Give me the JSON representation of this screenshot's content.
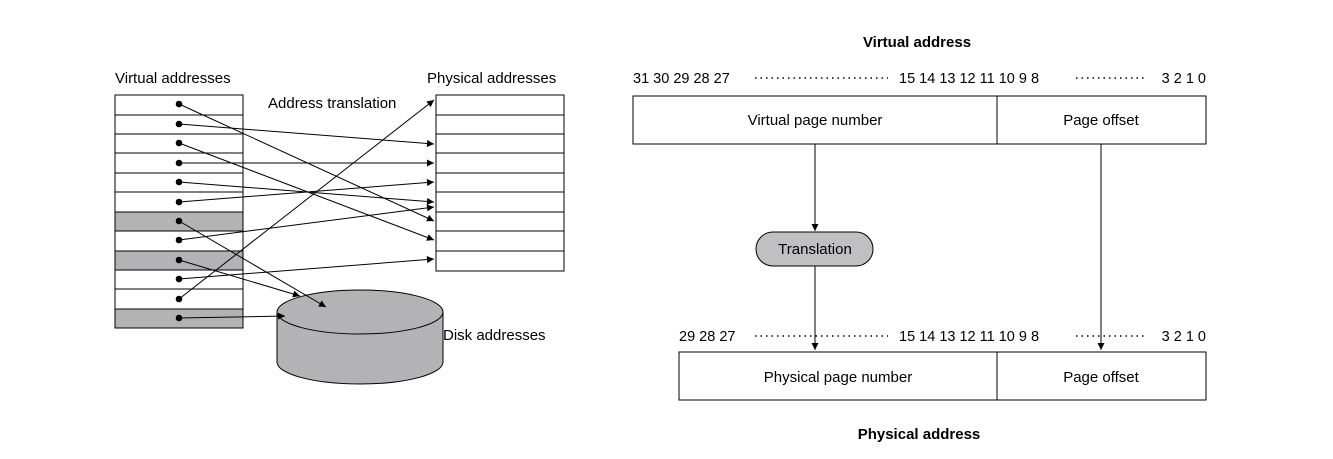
{
  "left_diagram": {
    "virtual_label": "Virtual addresses",
    "physical_label": "Physical addresses",
    "translation_label": "Address translation",
    "disk_label": "Disk addresses"
  },
  "right_diagram": {
    "virtual_title": "Virtual address",
    "virtual_bits_left": "31 30 29 28 27",
    "virtual_bits_mid": "15 14 13 12 11 10 9 8",
    "virtual_bits_right": "3 2 1 0",
    "virtual_page_number": "Virtual page number",
    "virtual_page_offset": "Page offset",
    "translation": "Translation",
    "physical_bits_left": "29 28 27",
    "physical_bits_mid": "15 14 13 12 11 10 9 8",
    "physical_bits_right": "3 2 1 0",
    "physical_page_number": "Physical page number",
    "physical_page_offset": "Page offset",
    "physical_title": "Physical address"
  },
  "colors": {
    "shaded_row": "#b3b3b5",
    "disk": "#b3b3b5",
    "translation_pill": "#c0c0c2"
  }
}
